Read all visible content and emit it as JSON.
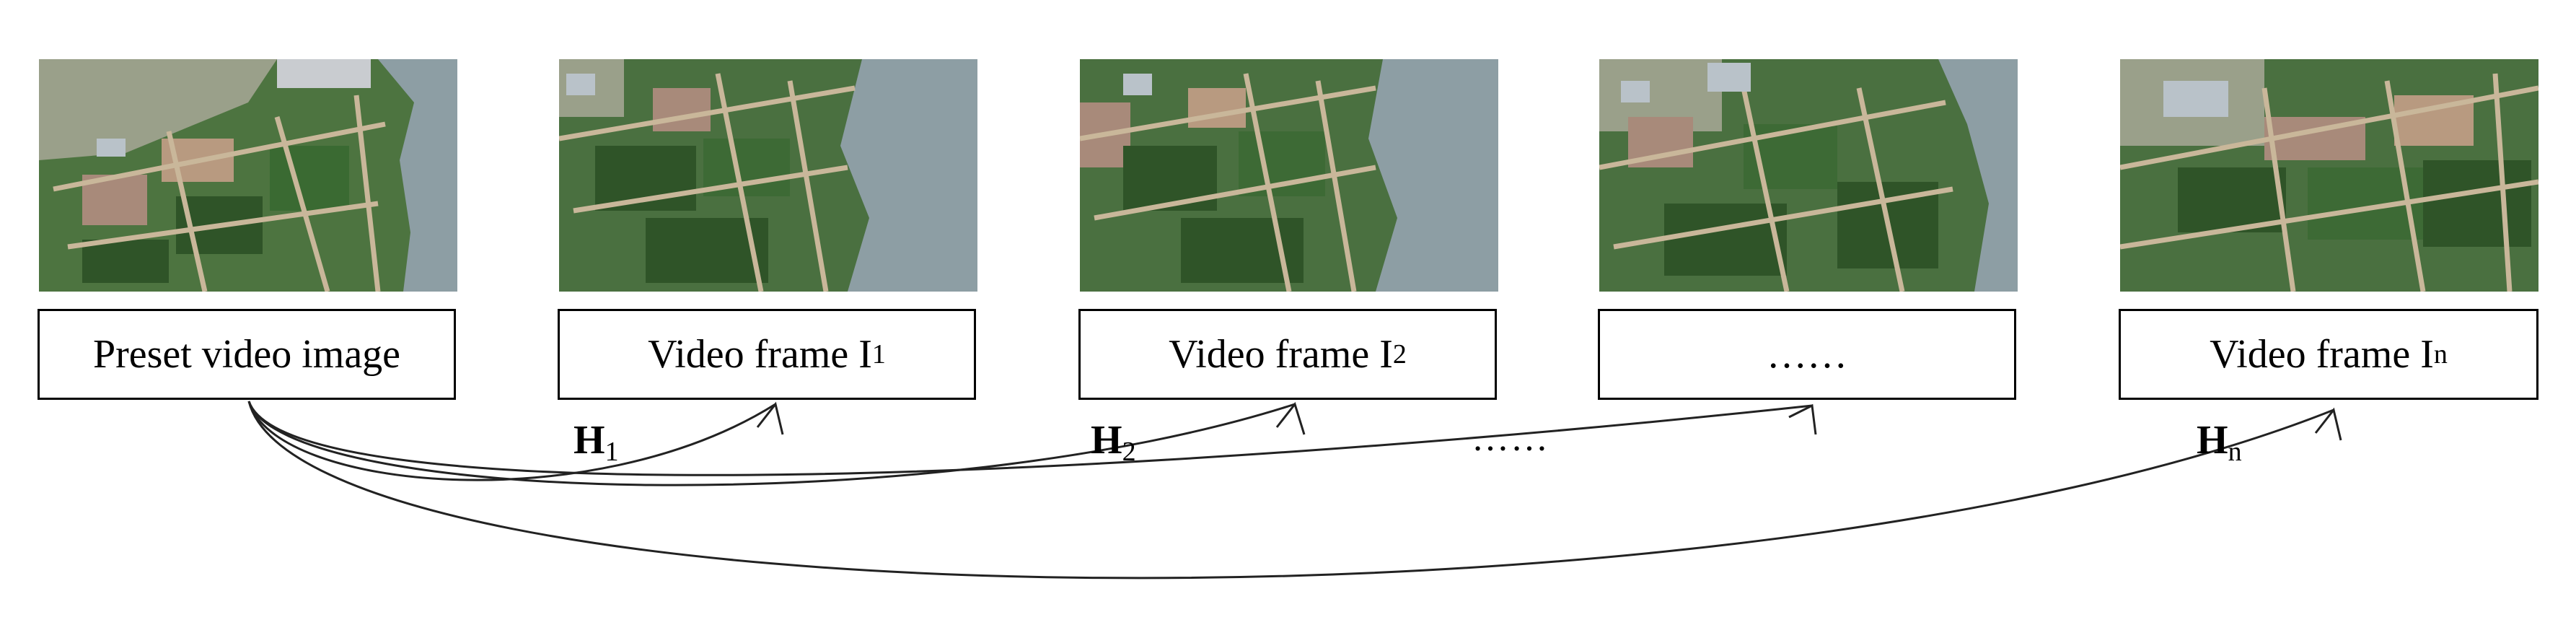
{
  "frames": [
    {
      "label": "Preset video image",
      "sub": ""
    },
    {
      "label": "Video frame I",
      "sub": "1"
    },
    {
      "label": "Video frame I",
      "sub": "2"
    },
    {
      "label": "……",
      "sub": ""
    },
    {
      "label": "Video frame I",
      "sub": "n"
    }
  ],
  "homographies": [
    {
      "label": "H",
      "sub": "1"
    },
    {
      "label": "H",
      "sub": "2"
    },
    {
      "label": "……",
      "sub": ""
    },
    {
      "label": "H",
      "sub": "n"
    }
  ],
  "colors": {
    "line": "#222222",
    "field_green": "#3f6b36",
    "field_dark": "#2f5428",
    "path": "#c9b79a",
    "water": "#8d9ea4",
    "soil": "#a88a7a",
    "roof": "#b9c2c9"
  }
}
